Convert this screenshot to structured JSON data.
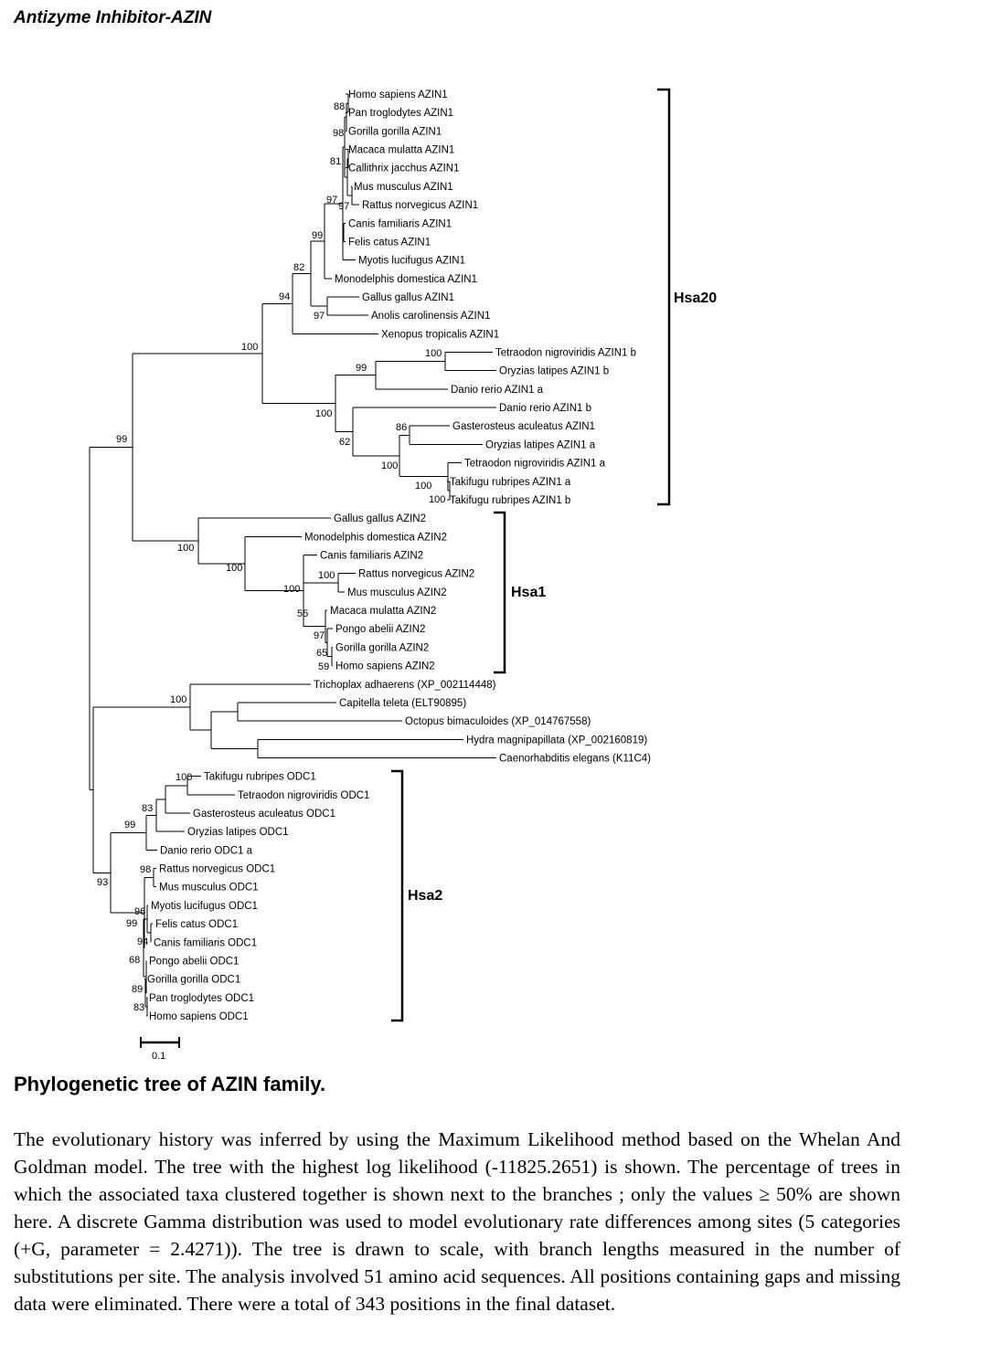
{
  "header": "Antizyme Inhibitor-AZIN",
  "taxa": [
    "Homo sapiens AZIN1",
    "Pan troglodytes AZIN1",
    "Gorilla gorilla AZIN1",
    "Macaca mulatta AZIN1",
    "Callithrix jacchus AZIN1",
    "Mus musculus AZIN1",
    "Rattus norvegicus AZIN1",
    "Canis familiaris AZIN1",
    "Felis catus AZIN1",
    "Myotis lucifugus AZIN1",
    "Monodelphis domestica AZIN1",
    "Gallus gallus AZIN1",
    "Anolis carolinensis AZIN1",
    "Xenopus tropicalis AZIN1",
    "Tetraodon nigroviridis AZIN1 b",
    "Oryzias latipes AZIN1 b",
    "Danio rerio AZIN1 a",
    "Danio rerio AZIN1 b",
    "Gasterosteus aculeatus AZIN1",
    "Oryzias latipes AZIN1 a",
    "Tetraodon nigroviridis AZIN1 a",
    "Takifugu rubripes AZIN1 a",
    "Takifugu rubripes AZIN1 b",
    "Gallus gallus AZIN2",
    "Monodelphis domestica AZIN2",
    "Canis familiaris AZIN2",
    "Rattus norvegicus AZIN2",
    "Mus musculus AZIN2",
    "Macaca mulatta AZIN2",
    "Pongo abelii AZIN2",
    "Gorilla gorilla AZIN2",
    "Homo sapiens AZIN2",
    "Trichoplax adhaerens (XP_002114448)",
    "Capitella teleta (ELT90895)",
    "Octopus bimaculoides (XP_014767558)",
    "Hydra magnipapillata (XP_002160819)",
    "Caenorhabditis elegans (K11C4)",
    "Takifugu rubripes ODC1",
    "Tetraodon nigroviridis ODC1",
    "Gasterosteus aculeatus ODC1",
    "Oryzias latipes ODC1",
    "Danio rerio ODC1 a",
    "Rattus norvegicus ODC1",
    "Mus musculus ODC1",
    "Myotis lucifugus ODC1",
    "Felis catus ODC1",
    "Canis familiaris ODC1",
    "Pongo abelii ODC1",
    "Gorilla gorilla ODC1",
    "Pan troglodytes ODC1",
    "Homo sapiens ODC1"
  ],
  "bootstrap": [
    "88",
    "98",
    "81",
    "97",
    "97",
    "99",
    "82",
    "94",
    "97",
    "100",
    "100",
    "99",
    "100",
    "86",
    "62",
    "100",
    "100",
    "100",
    "99",
    "100",
    "100",
    "100",
    "100",
    "55",
    "97",
    "65",
    "59",
    "100",
    "100",
    "83",
    "99",
    "98",
    "93",
    "96",
    "99",
    "94",
    "68",
    "89",
    "83"
  ],
  "groups": [
    "Hsa20",
    "Hsa1",
    "Hsa2"
  ],
  "scale": "0.1",
  "caption_title": "Phylogenetic tree of AZIN family.",
  "caption_body": "The evolutionary history was inferred by using the Maximum Likelihood method based on the Whelan And Goldman model. The tree with the highest log likelihood (-11825.2651) is shown. The percentage of trees in which the associated taxa clustered together is shown next to the branches ; only the values ≥ 50% are shown here. A discrete Gamma distribution was used to model evolutionary rate differences among sites (5 categories (+G, parameter = 2.4271)). The tree is drawn to scale, with branch lengths measured in the number of substitutions per site. The analysis involved 51 amino acid sequences. All positions containing gaps and missing data were eliminated. There were a total of 343 positions in the final dataset."
}
